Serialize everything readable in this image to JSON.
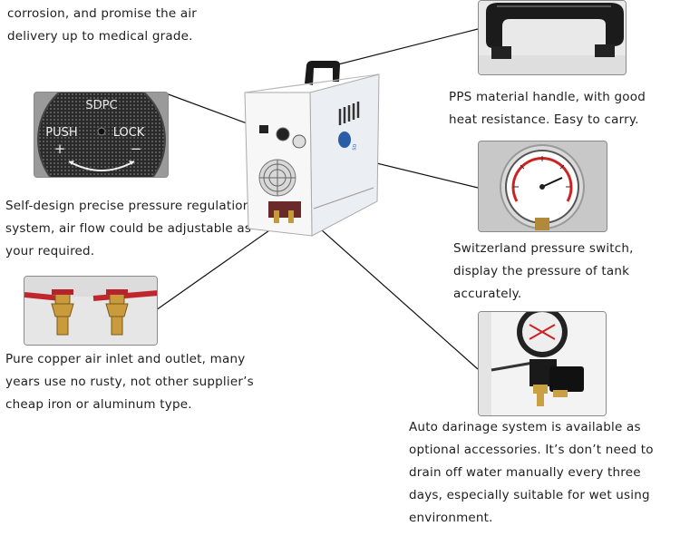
{
  "captions": {
    "intro": [
      "corrosion, and promise the air",
      "delivery up to medical grade."
    ],
    "handle": [
      "PPS material handle, with good",
      "heat resistance. Easy to carry."
    ],
    "regulation": [
      "Self-design precise pressure regulation",
      "system, air flow could be adjustable as",
      "your required."
    ],
    "pressure_switch": [
      "Switzerland pressure switch,",
      "display the pressure of tank",
      "accurately."
    ],
    "copper": [
      "Pure copper air inlet and outlet, many",
      "years use no rusty, not other supplier’s",
      "cheap iron or aluminum type."
    ],
    "drainage": [
      "Auto darinage system is available as",
      "optional accessories. It’s don’t need to",
      "drain off water manually every three",
      "days, especially  suitable for wet using",
      "environment."
    ]
  },
  "knob": {
    "brand": "SDPC",
    "push": "PUSH",
    "lock": "LOCK",
    "plus": "+",
    "minus": "−"
  },
  "icons": {
    "handle": "handle-icon",
    "gauge": "pressure-gauge-icon",
    "valve": "brass-valve-icon",
    "drain": "auto-drain-icon",
    "compressor": "air-compressor-icon"
  }
}
